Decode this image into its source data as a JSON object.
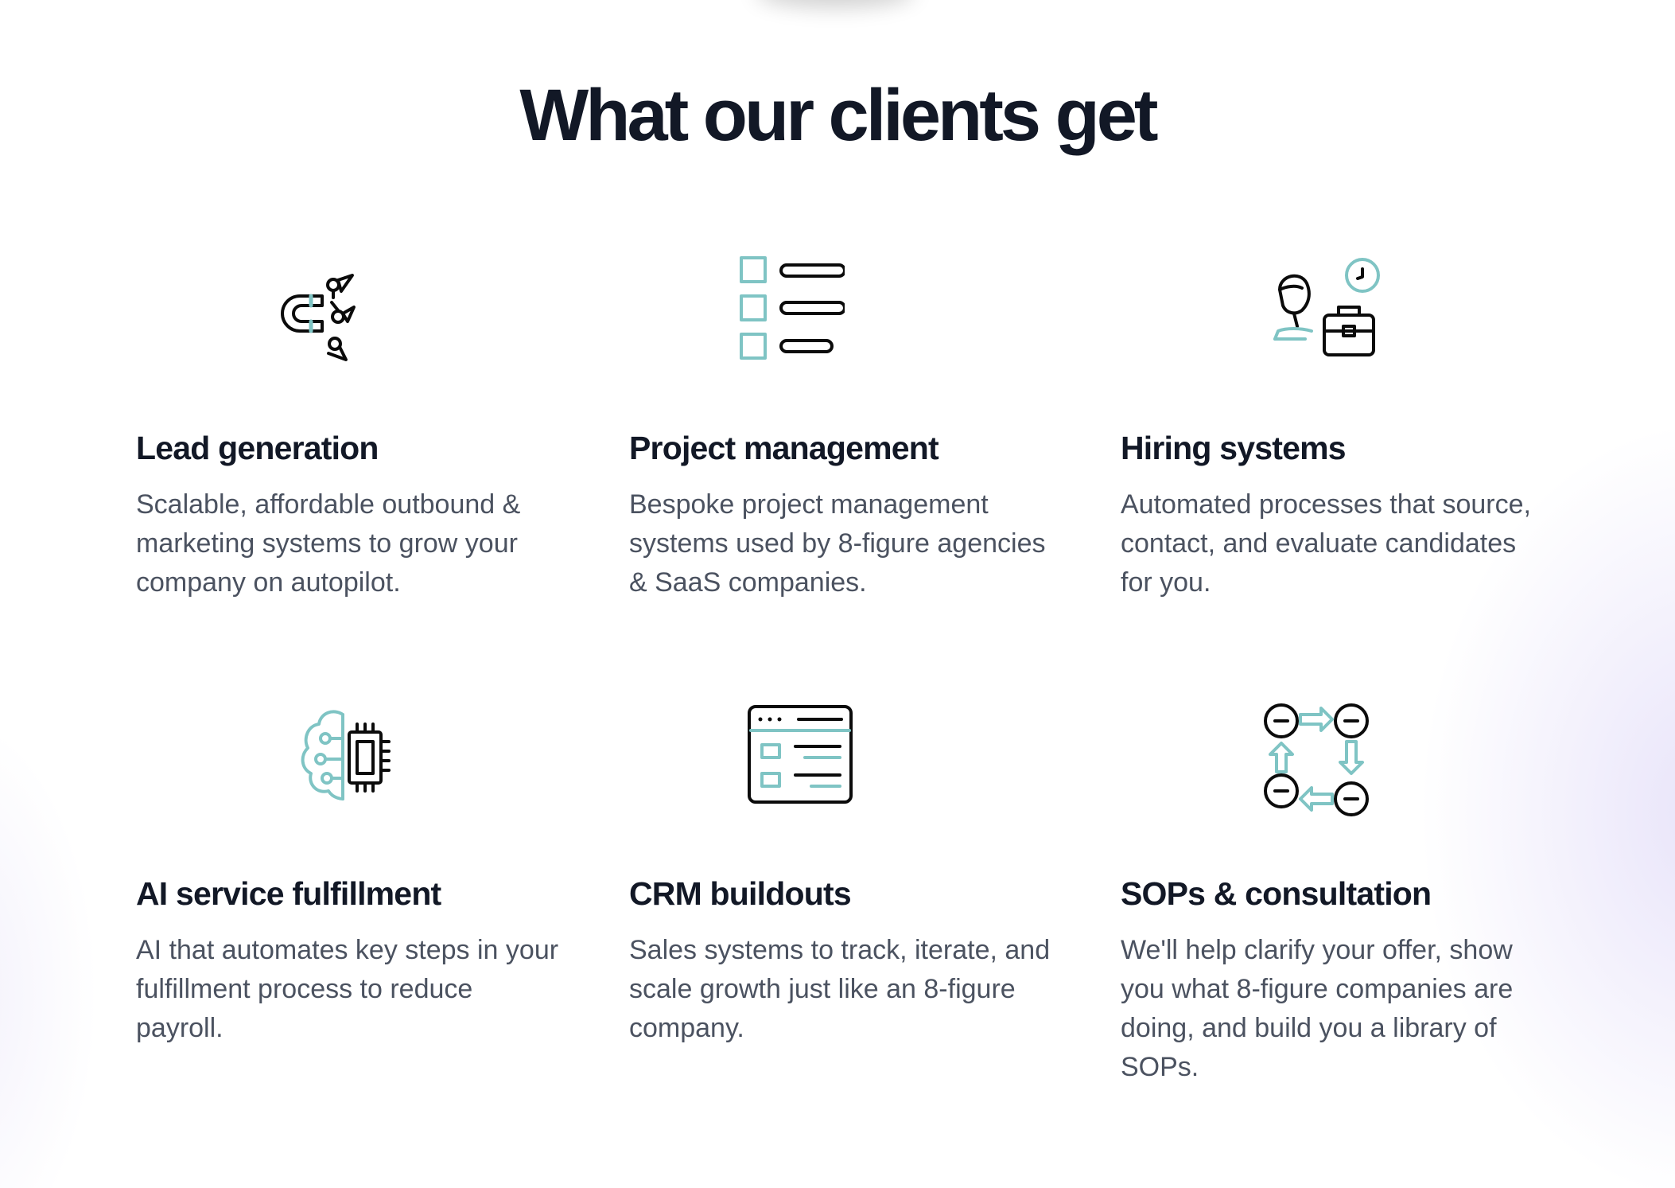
{
  "section": {
    "title": "What our clients get"
  },
  "colors": {
    "heading": "#121826",
    "body": "#4b5260",
    "icon_dark": "#0b0b0b",
    "icon_accent": "#7fc4c4"
  },
  "cards": [
    {
      "icon": "magnet-leads-icon",
      "title": "Lead generation",
      "description": "Scalable, affordable outbound & marketing systems to grow your company on autopilot."
    },
    {
      "icon": "checklist-icon",
      "title": "Project management",
      "description": "Bespoke project management systems used by 8-figure agencies & SaaS companies."
    },
    {
      "icon": "recruiter-briefcase-icon",
      "title": "Hiring systems",
      "description": "Automated processes that source, contact, and evaluate candidates for you."
    },
    {
      "icon": "ai-brain-chip-icon",
      "title": "AI service fulfillment",
      "description": "AI that automates key steps in your fulfillment process to reduce payroll."
    },
    {
      "icon": "crm-window-icon",
      "title": "CRM buildouts",
      "description": "Sales systems to track, iterate, and scale growth just like an 8-figure company."
    },
    {
      "icon": "process-cycle-icon",
      "title": "SOPs & consultation",
      "description": "We'll help clarify your offer, show you what 8-figure companies are doing, and build you a library of SOPs."
    }
  ]
}
